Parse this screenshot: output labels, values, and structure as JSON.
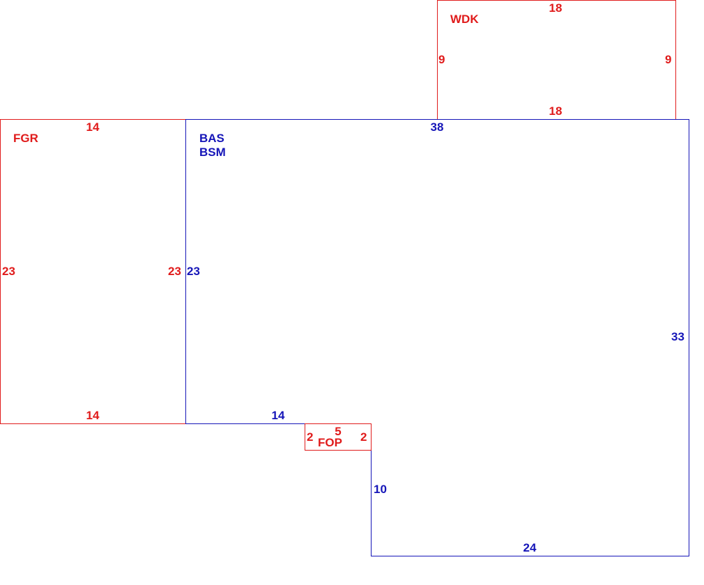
{
  "colors": {
    "red": "#e01b1b",
    "blue": "#1515b8"
  },
  "areas": {
    "wdk": {
      "code": "WDK",
      "top": "18",
      "bottom": "18",
      "left": "9",
      "right": "9"
    },
    "fgr": {
      "code": "FGR",
      "top": "14",
      "bottom": "14",
      "left": "23",
      "right": "23"
    },
    "bas": {
      "code1": "BAS",
      "code2": "BSM",
      "top": "38",
      "left": "23",
      "right": "33",
      "lower_left": "14",
      "step": "10",
      "bottom": "24"
    },
    "fop": {
      "code": "FOP",
      "left": "2",
      "right": "2",
      "top": "5"
    }
  }
}
